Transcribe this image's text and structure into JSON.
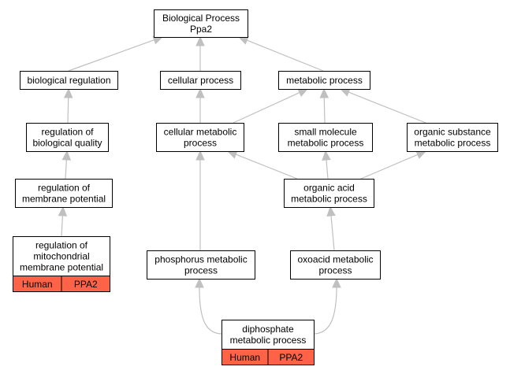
{
  "colors": {
    "edge": "#c0c0c0",
    "node_border": "#000000",
    "node_fill": "#ffffff",
    "annotation_fill": "#ff6347"
  },
  "nodes": [
    {
      "id": "biological_process",
      "lines": [
        "Biological Process",
        "Ppa2"
      ]
    },
    {
      "id": "biological_regulation",
      "lines": [
        "biological regulation"
      ]
    },
    {
      "id": "cellular_process",
      "lines": [
        "cellular process"
      ]
    },
    {
      "id": "metabolic_process",
      "lines": [
        "metabolic process"
      ]
    },
    {
      "id": "regulation_of_biological_quality",
      "lines": [
        "regulation of",
        "biological quality"
      ]
    },
    {
      "id": "cellular_metabolic_process",
      "lines": [
        "cellular metabolic",
        "process"
      ]
    },
    {
      "id": "small_molecule_metabolic_process",
      "lines": [
        "small molecule",
        "metabolic process"
      ]
    },
    {
      "id": "organic_substance_metabolic_process",
      "lines": [
        "organic substance",
        "metabolic process"
      ]
    },
    {
      "id": "regulation_of_membrane_potential",
      "lines": [
        "regulation of",
        "membrane potential"
      ]
    },
    {
      "id": "organic_acid_metabolic_process",
      "lines": [
        "organic acid",
        "metabolic process"
      ]
    },
    {
      "id": "regulation_of_mitochondrial_membrane_potential",
      "lines": [
        "regulation of",
        "mitochondrial",
        "membrane potential"
      ],
      "annotation": [
        "Human",
        "PPA2"
      ]
    },
    {
      "id": "phosphorus_metabolic_process",
      "lines": [
        "phosphorus metabolic",
        "process"
      ]
    },
    {
      "id": "oxoacid_metabolic_process",
      "lines": [
        "oxoacid metabolic",
        "process"
      ]
    },
    {
      "id": "diphosphate_metabolic_process",
      "lines": [
        "diphosphate",
        "metabolic process"
      ],
      "annotation": [
        "Human",
        "PPA2"
      ]
    }
  ],
  "edges": [
    {
      "from": "biological_regulation",
      "to": "biological_process"
    },
    {
      "from": "cellular_process",
      "to": "biological_process"
    },
    {
      "from": "metabolic_process",
      "to": "biological_process"
    },
    {
      "from": "regulation_of_biological_quality",
      "to": "biological_regulation"
    },
    {
      "from": "cellular_metabolic_process",
      "to": "cellular_process"
    },
    {
      "from": "cellular_metabolic_process",
      "to": "metabolic_process"
    },
    {
      "from": "small_molecule_metabolic_process",
      "to": "metabolic_process"
    },
    {
      "from": "organic_substance_metabolic_process",
      "to": "metabolic_process"
    },
    {
      "from": "regulation_of_membrane_potential",
      "to": "regulation_of_biological_quality"
    },
    {
      "from": "organic_acid_metabolic_process",
      "to": "cellular_metabolic_process"
    },
    {
      "from": "organic_acid_metabolic_process",
      "to": "small_molecule_metabolic_process"
    },
    {
      "from": "organic_acid_metabolic_process",
      "to": "organic_substance_metabolic_process"
    },
    {
      "from": "regulation_of_mitochondrial_membrane_potential",
      "to": "regulation_of_membrane_potential"
    },
    {
      "from": "phosphorus_metabolic_process",
      "to": "cellular_metabolic_process"
    },
    {
      "from": "oxoacid_metabolic_process",
      "to": "organic_acid_metabolic_process"
    },
    {
      "from": "diphosphate_metabolic_process",
      "to": "phosphorus_metabolic_process"
    },
    {
      "from": "diphosphate_metabolic_process",
      "to": "oxoacid_metabolic_process"
    }
  ]
}
